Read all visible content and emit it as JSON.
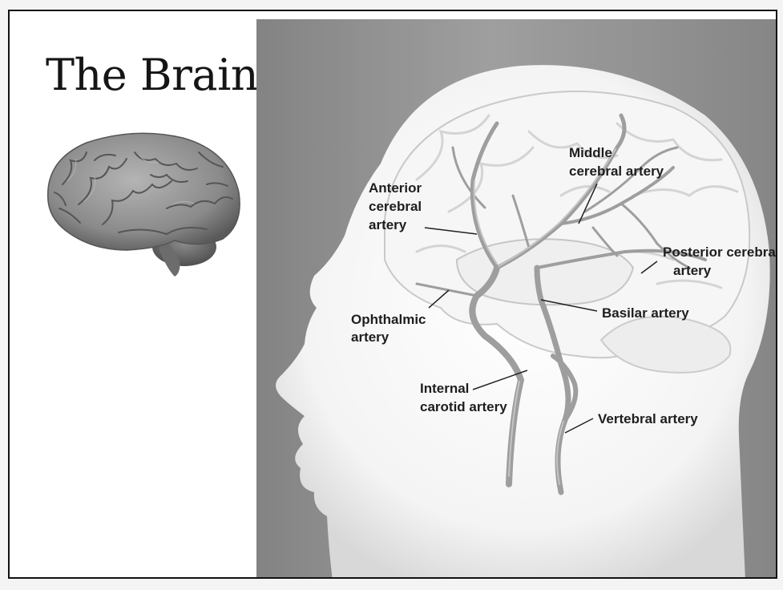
{
  "slide": {
    "title": "The Brain"
  },
  "diagram": {
    "labels": {
      "anterior": [
        "Anterior",
        "cerebral",
        "artery"
      ],
      "middle": [
        "Middle",
        "cerebral artery"
      ],
      "posterior": [
        "Posterior cerebral",
        "artery"
      ],
      "ophthalmic": [
        "Ophthalmic",
        "artery"
      ],
      "basilar": "Basilar artery",
      "internal_carotid": [
        "Internal",
        "carotid artery"
      ],
      "vertebral": "Vertebral artery"
    }
  },
  "colors": {
    "slide_background": "#ffffff",
    "diagram_background": "#8e8e8e",
    "label_text": "#1e1e1e"
  }
}
